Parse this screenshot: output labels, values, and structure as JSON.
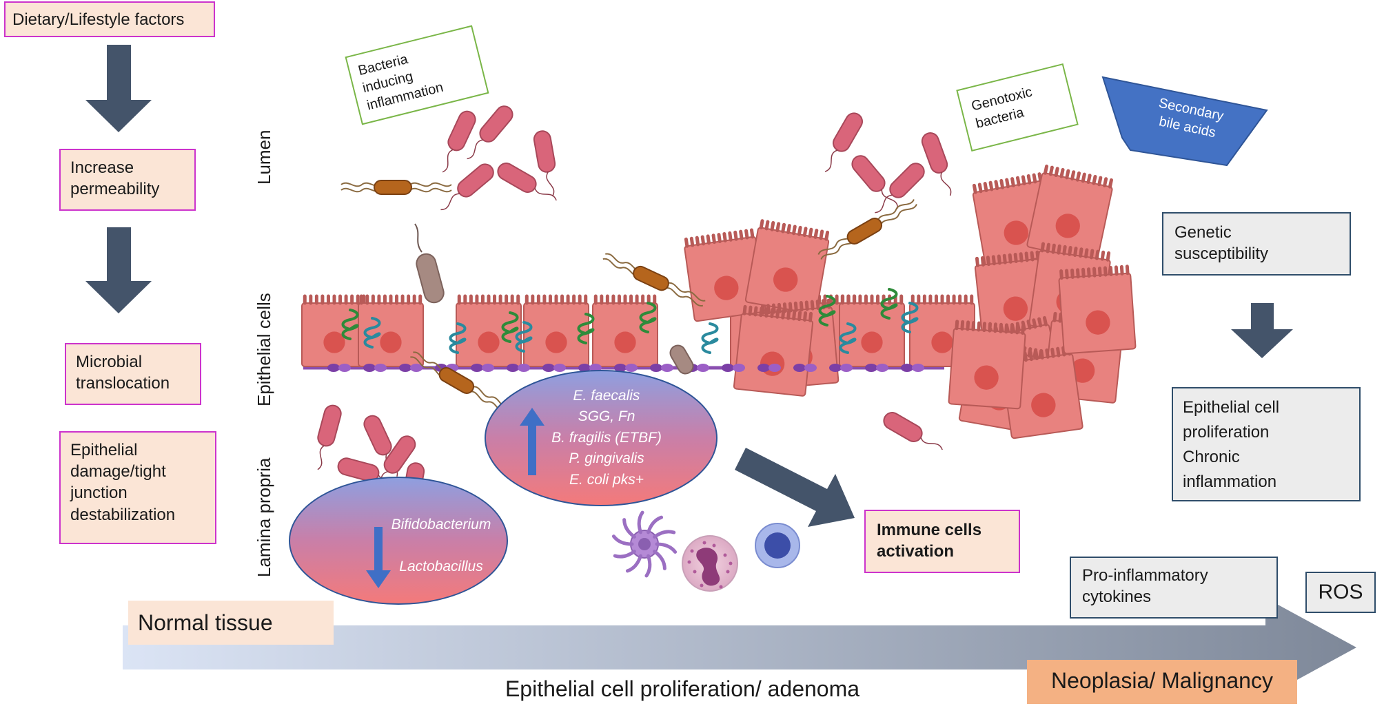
{
  "left_column": {
    "dietary": "Dietary/Lifestyle factors",
    "permeability": "Increase\npermeability",
    "translocation": "Microbial\ntranslocation",
    "epithelial_damage": "Epithelial\ndamage/tight\njunction\ndestabilization"
  },
  "tissue_layers": {
    "lumen": "Lumen",
    "epithelial": "Epithelial cells",
    "lamina": "Lamina propria"
  },
  "callouts": {
    "bacteria_inflammation": "Bacteria\ninducing\ninflammation",
    "genotoxic": "Genotoxic\nbacteria",
    "bile_acids": "Secondary\nbile acids"
  },
  "ellipse_up": {
    "items": [
      "E. faecalis",
      "SGG, Fn",
      "B. fragilis (ETBF)",
      "P. gingivalis",
      "E. coli pks+"
    ]
  },
  "ellipse_down": {
    "items": [
      "Bifidobacterium",
      "Lactobacillus"
    ]
  },
  "immune": "Immune cells\nactivation",
  "right_column": {
    "genetic": "Genetic\nsusceptibility",
    "proliferation": "Epithelial cell\nproliferation\nChronic\ninflammation",
    "cytokines": "Pro-inflammatory\ncytokines",
    "ros": "ROS"
  },
  "progression": {
    "normal": "Normal tissue",
    "adenoma": "Epithelial cell proliferation/ adenoma",
    "neoplasia": "Neoplasia/ Malignancy"
  },
  "colors": {
    "arrow_dark": "#44546a",
    "cell_fill": "#e8827f",
    "nucleus": "#d9534f",
    "bile": "#4472c4",
    "peach": "#fbe5d6",
    "box_gray": "#ececec"
  }
}
